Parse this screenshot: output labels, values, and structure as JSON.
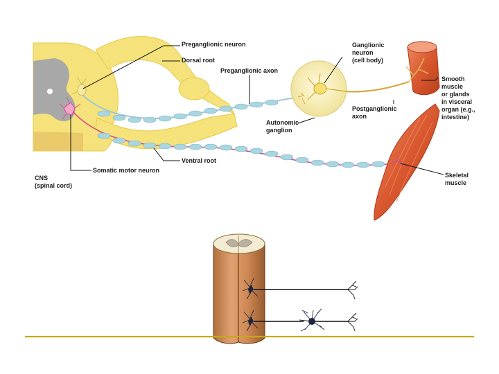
{
  "labels": {
    "preganglionic_neuron": "Preganglionic neuron",
    "dorsal_root": "Dorsal root",
    "preganglionic_axon": "Preganglionic axon",
    "ganglionic_neuron": [
      "Ganglionic",
      "neuron",
      "(cell body)"
    ],
    "smooth_muscle": [
      "Smooth",
      "muscle",
      "or glands",
      "in visceral",
      "organ (e.g.,",
      "intestine)"
    ],
    "postganglionic_axon": [
      "Postganglionic",
      "axon"
    ],
    "autonomic_ganglion": [
      "Autonomic",
      "ganglion"
    ],
    "ventral_root": "Ventral root",
    "somatic_motor_neuron": "Somatic motor neuron",
    "cns": [
      "CNS",
      "(spinal cord)"
    ],
    "skeletal_muscle": [
      "Skeletal",
      "muscle"
    ]
  },
  "colors": {
    "spinal_cord": "#f5e27a",
    "gray_matter": "#a8a8a8",
    "myelin": "#a9d6e0",
    "motor_axon": "#d04a8a",
    "ganglion": "#f6efb4",
    "muscle": "#d9582f",
    "divider": "#c8a818"
  }
}
